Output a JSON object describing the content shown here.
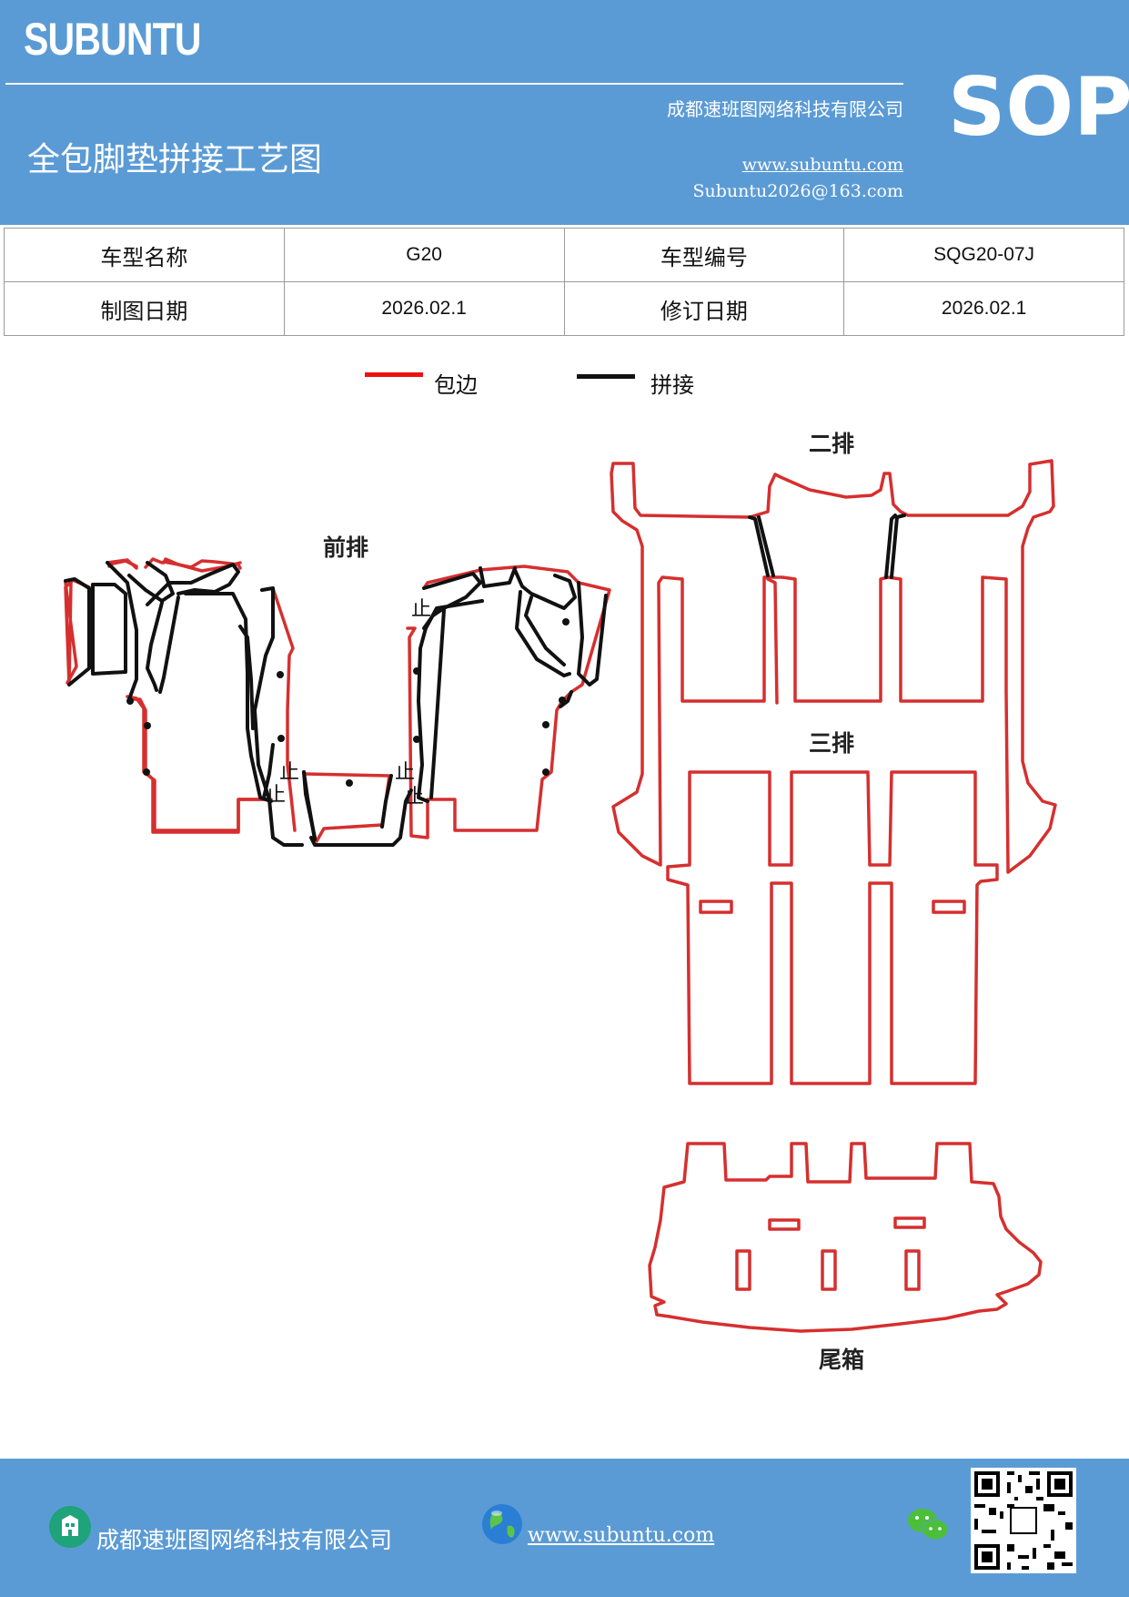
{
  "header": {
    "brand": "SUBUNTU",
    "company": "成都速班图网络科技有限公司",
    "title": "全包脚垫拼接工艺图",
    "website": "www.subuntu.com",
    "email": "Subuntu2026@163.com",
    "badge": "SOP"
  },
  "info_table": {
    "rows": [
      [
        "车型名称",
        "G20",
        "车型编号",
        "SQG20-07J"
      ],
      [
        "制图日期",
        "2026.02.1",
        "修订日期",
        "2026.02.1"
      ]
    ]
  },
  "legend": {
    "items": [
      {
        "label": "包边",
        "color": "#ee1111"
      },
      {
        "label": "拼接",
        "color": "#111111"
      }
    ]
  },
  "diagram": {
    "sections": {
      "front": "前排",
      "second": "二排",
      "third": "三排",
      "trunk": "尾箱"
    },
    "stop_mark": "止",
    "colors": {
      "edge": "#d62f2f",
      "seam": "#111111"
    }
  },
  "footer": {
    "company": "成都速班图网络科技有限公司",
    "website": "www.subuntu.com"
  }
}
